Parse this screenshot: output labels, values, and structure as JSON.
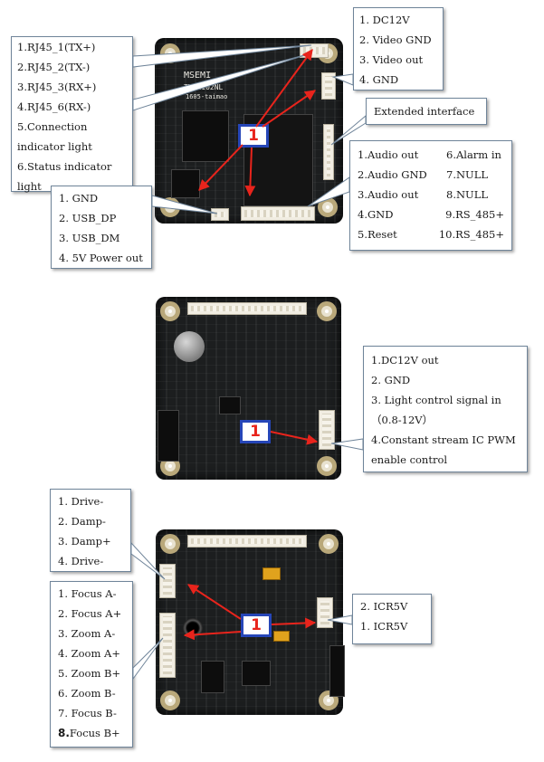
{
  "section1": {
    "board_text": {
      "brand": "MSEMI",
      "model": "TMS1102NL",
      "sub": "1605-taimao"
    },
    "box_rj45": {
      "lines": [
        "1.RJ45_1(TX+)",
        "2.RJ45_2(TX-)",
        "3.RJ45_3(RX+)",
        "4.RJ45_6(RX-)",
        "5.Connection",
        "indicator light",
        "6.Status  indicator",
        "light"
      ]
    },
    "box_power": {
      "lines": [
        "1. DC12V",
        "2. Video GND",
        "3. Video out",
        "4. GND"
      ]
    },
    "extended": {
      "label": "Extended interface"
    },
    "box_ext": {
      "rows": [
        {
          "a": "1.Audio out",
          "b": "6.Alarm in"
        },
        {
          "a": "2.Audio GND",
          "b": "7.NULL"
        },
        {
          "a": "3.Audio out",
          "b": "8.NULL"
        },
        {
          "a": "4.GND",
          "b": "9.RS_485+"
        },
        {
          "a": "5.Reset",
          "b": "10.RS_485+"
        }
      ]
    },
    "box_usb": {
      "lines": [
        "1. GND",
        "2. USB_DP",
        "3. USB_DM",
        "4. 5V Power out"
      ]
    },
    "badge": "1"
  },
  "section2": {
    "box_light": {
      "lines": [
        "1.DC12V out",
        "2. GND",
        "3. Light control signal in",
        "（0.8-12V）",
        "4.Constant stream IC PWM",
        "enable control"
      ]
    },
    "badge": "1"
  },
  "section3": {
    "box_drive": {
      "lines": [
        "1. Drive-",
        "2. Damp-",
        "3. Damp+",
        "4. Drive-"
      ]
    },
    "box_focus": {
      "lines": [
        "1. Focus A-",
        "2. Focus A+",
        "3. Zoom A-",
        "4. Zoom A+",
        "5. Zoom B+",
        "6. Zoom B-",
        "7. Focus B-"
      ],
      "last_num": "8.",
      "last_text": "Focus B+"
    },
    "box_icr": {
      "lines": [
        "2. ICR5V",
        "1. ICR5V"
      ]
    },
    "badge": "1"
  },
  "colors": {
    "arrow": "#e8241c",
    "callout_border": "#6f8499",
    "badge_border": "#2646b8"
  }
}
